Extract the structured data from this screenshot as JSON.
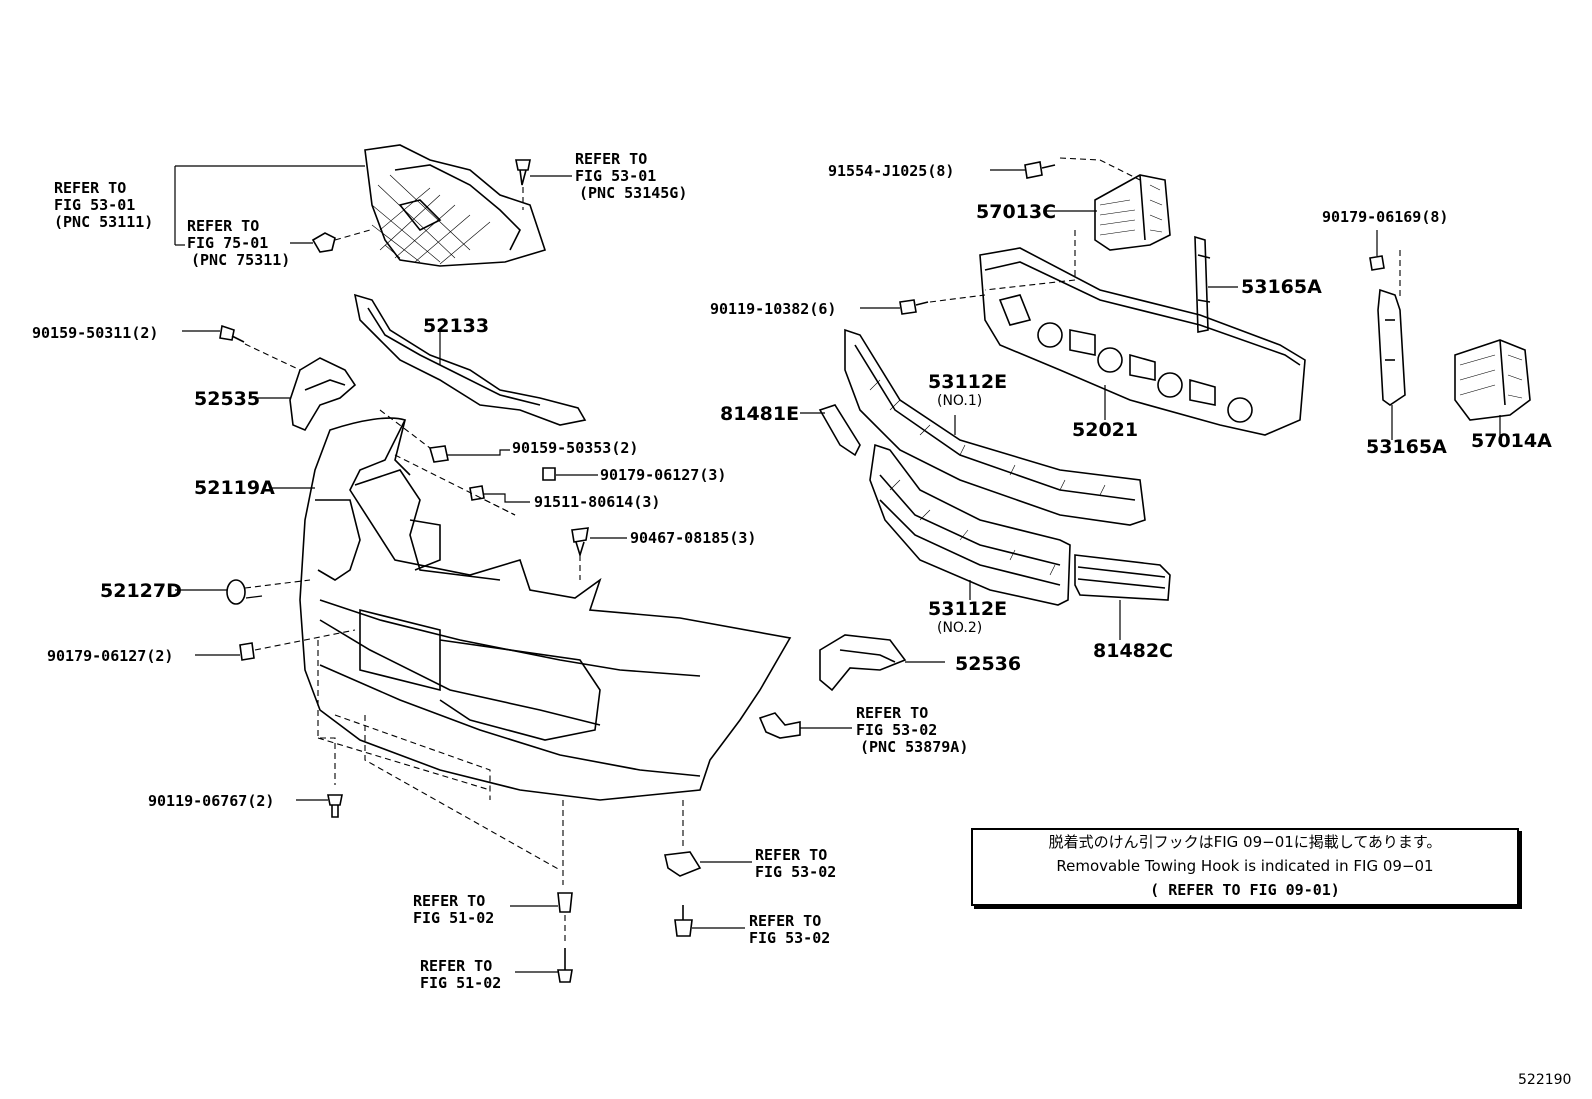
{
  "refs": {
    "ref_53111": [
      "REFER TO",
      "FIG 53-01",
      "(PNC 53111)"
    ],
    "ref_75311": [
      "REFER TO",
      "FIG 75-01",
      "(PNC 75311)"
    ],
    "ref_53145g": [
      "REFER TO",
      "FIG 53-01",
      "(PNC 53145G)"
    ],
    "ref_53879a": [
      "REFER TO",
      "FIG 53-02",
      "(PNC 53879A)"
    ],
    "ref_5302_a": [
      "REFER TO",
      "FIG 53-02"
    ],
    "ref_5302_b": [
      "REFER TO",
      "FIG 53-02"
    ],
    "ref_5102_a": [
      "REFER TO",
      "FIG 51-02"
    ],
    "ref_5102_b": [
      "REFER TO",
      "FIG 51-02"
    ]
  },
  "parts": {
    "p90159_50311": "90159-50311(2)",
    "p52133": "52133",
    "p52535": "52535",
    "p90159_50353": "90159-50353(2)",
    "p90179_06127_3": "90179-06127(3)",
    "p91511_80614": "91511-80614(3)",
    "p90467_08185": "90467-08185(3)",
    "p52119a": "52119A",
    "p52127d": "52127D",
    "p90179_06127_2": "90179-06127(2)",
    "p90119_06767": "90119-06767(2)",
    "p91554_j1025": "91554-J1025(8)",
    "p57013c": "57013C",
    "p90119_10382": "90119-10382(6)",
    "p53165a_top": "53165A",
    "p90179_06169": "90179-06169(8)",
    "p53112e_1": "53112E",
    "p53112e_1_sub": "(NO.1)",
    "p81481e": "81481E",
    "p52021": "52021",
    "p53165a_bottom": "53165A",
    "p57014a": "57014A",
    "p53112e_2": "53112E",
    "p53112e_2_sub": "(NO.2)",
    "p81482c": "81482C",
    "p52536": "52536"
  },
  "note": {
    "line1": "脱着式のけん引フックはFIG 09−01に掲載してあります。",
    "line2": "Removable Towing Hook is indicated in FIG 09−01",
    "line3": "( REFER TO FIG 09-01)"
  },
  "figure_code": "522190"
}
